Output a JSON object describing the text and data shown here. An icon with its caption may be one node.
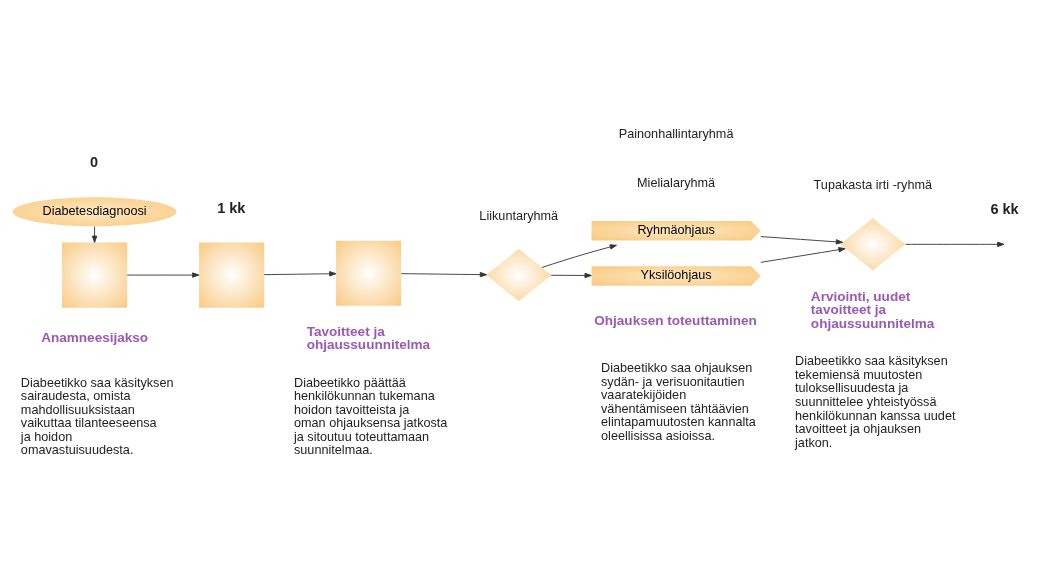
{
  "diagram": {
    "nodes": [
      {
        "text": [
          "Diabetesdiagnoosi"
        ]
      },
      {
        "text": [],
        "shape": "box"
      },
      {
        "text": [],
        "shape": "box"
      },
      {
        "text": [],
        "shape": "box"
      },
      {
        "text": [],
        "shape": "diamond"
      },
      {
        "text": [
          "Ryhmäohjaus"
        ]
      },
      {
        "text": [
          "Yksilöohjaus"
        ]
      },
      {
        "text": [],
        "shape": "diamond"
      }
    ],
    "edges": [
      {
        "from": 0,
        "to": 1,
        "arrow": "to"
      },
      {
        "from": 1,
        "to": 2,
        "arrow": "to"
      },
      {
        "from": 2,
        "to": 3,
        "arrow": "to"
      },
      {
        "from": 3,
        "to": 4,
        "arrow": "to"
      },
      {
        "from": 4,
        "to": 5,
        "arrow": "to"
      },
      {
        "from": 4,
        "to": 6,
        "arrow": "to"
      },
      {
        "from": 5,
        "to": 7,
        "arrow": "to"
      },
      {
        "from": 6,
        "to": 7,
        "arrow": "to"
      },
      {
        "from": 7,
        "to": null,
        "arrow": "to"
      }
    ],
    "labels": [
      "0",
      "1 kk",
      "6 kk",
      "Painonhallintaryhmä",
      "Tupakasta irti -ryhmä",
      "Liikuntaryhmä",
      "Mielialaryhmä",
      "Anamneesijakso",
      "Diabeetikko saa käsityksen sairaudesta, omista mahdollisuuksistaan vaikuttaa tilanteeseensa ja hoidon omavastuisuudesta.",
      "Tavoitteet ja ohjaussuunnitelma",
      "Diabeetikko päättää henkilökunnan tukemana hoidon tavoitteista ja oman ohjauksensa jatkosta ja sitoutuu toteuttamaan suunnitelmaa.",
      "Ohjauksen toteuttaminen",
      "Diabeetikko saa ohjauksen sydän- ja verisuonitautien vaaratekijöiden vähentämiseen tähtäävien elintapamuutosten kannalta oleellisissa asioissa.",
      "Arviointi, uudet tavoitteet ja ohjaussuunnitelma",
      "Diabeetikko saa käsityksen tekemiensä muutosten tuloksellisuudesta ja suunnittelee yhteistyössä henkilökunnan kanssa uudet tavoitteet ja ohjauksen jatkon."
    ]
  }
}
